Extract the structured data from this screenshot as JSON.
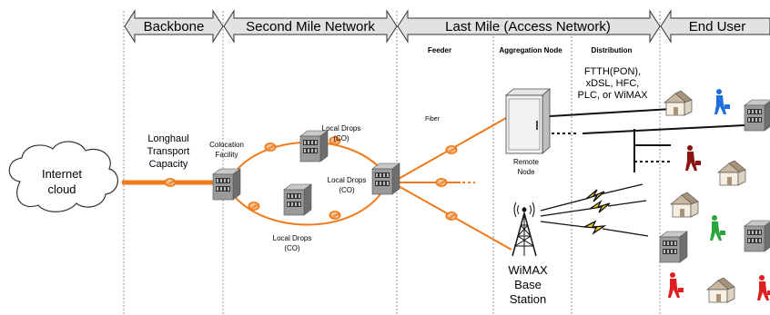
{
  "sections": {
    "backbone": "Backbone",
    "second_mile": "Second Mile Network",
    "last_mile": "Last Mile (Access Network)",
    "end_user": "End User"
  },
  "subsections": {
    "feeder": "Feeder",
    "aggregation": "Aggregation Node",
    "distribution": "Distribution"
  },
  "distribution_tech": [
    "FTTH(PON),",
    "xDSL, HFC,",
    "PLC, or  WiMAX"
  ],
  "internet": [
    "Internet",
    "cloud"
  ],
  "longhaul": [
    "Longhaul",
    "Transport",
    "Capacity"
  ],
  "colocation": [
    "Colocation",
    "Facility"
  ],
  "local_drops_top": [
    "Local Drops",
    "(CO)"
  ],
  "local_drops_right": [
    "Local Drops",
    "(CO)"
  ],
  "local_drops_bottom": [
    "Local Drops",
    "(CO)"
  ],
  "fiber": "Fiber",
  "remote_node": [
    "Remote",
    "Node"
  ],
  "wimax": [
    "WiMAX",
    "Base",
    "Station"
  ],
  "colors": {
    "fiber": "#f07a1a",
    "arrow_fill": "#e2e2e2",
    "server": "#8a8a8a",
    "house_roof": "#c9b7a0",
    "person_blue": "#1e6fd9",
    "person_red": "#e02020",
    "person_darkred": "#8a1414",
    "person_green": "#2aa63c"
  }
}
